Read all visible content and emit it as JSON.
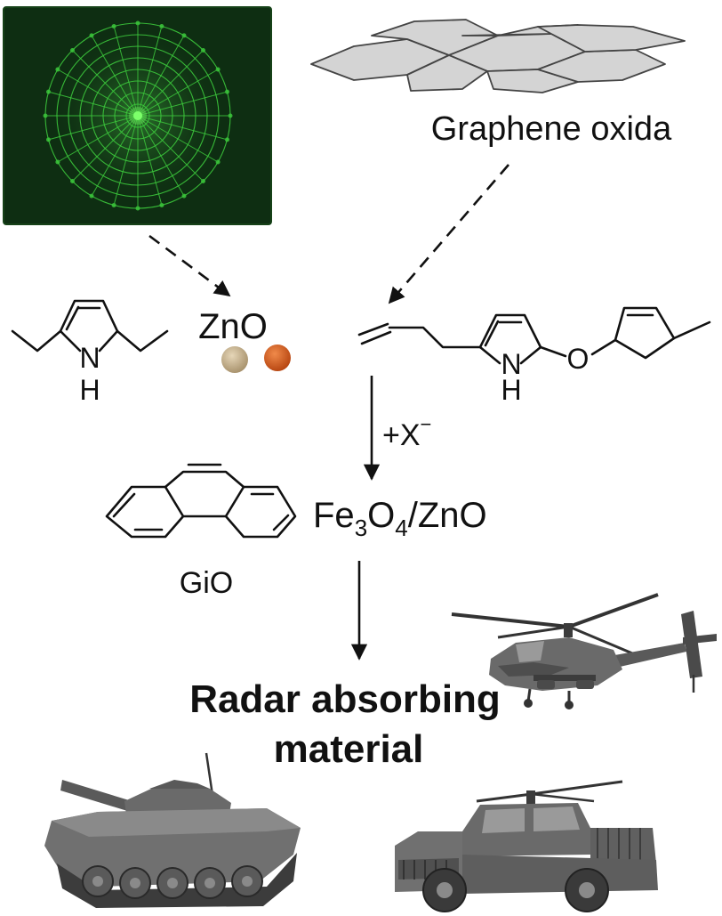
{
  "labels": {
    "graphene": "Graphene oxida",
    "zno": "ZnO",
    "nh_left": "N",
    "h_left": "H",
    "nh_right": "N",
    "h_right": "H",
    "oxygen": "O",
    "reagent": "+X",
    "reagent_charge": "−",
    "fe": "Fe",
    "fe_sub": "3",
    "o": "O",
    "o_sub": "4",
    "zno_tail": "/ZnO",
    "gio": "GiO",
    "product_line1": "Radar absorbing",
    "product_line2": "material"
  },
  "colors": {
    "radar_bg": "#0e2e12",
    "radar_grid": "#3cc83c",
    "radar_center": "#7dff6a",
    "graphene_fill": "#d4d4d4",
    "graphene_stroke": "#444444",
    "particle_beige": "#c9b48f",
    "particle_orange": "#d2581e",
    "vehicle_gray": "#6a6a6a",
    "vehicle_dark": "#3c3c3c"
  },
  "icons": [
    "radar-screen-icon",
    "graphene-sheet-icon",
    "helicopter-icon",
    "tank-icon",
    "armored-truck-icon"
  ]
}
